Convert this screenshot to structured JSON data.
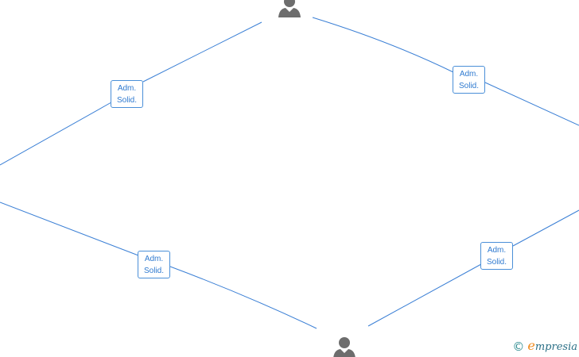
{
  "diagram": {
    "edge_label": {
      "line1": "Adm.",
      "line2": "Solid."
    },
    "line_color": "#3a7fd5",
    "person_icon_color": "#6d6d6d"
  },
  "watermark": {
    "symbol": "©",
    "brand_initial": "e",
    "brand_rest": "mpresia",
    "initial_color": "#f08a1c",
    "brand_color": "#2a6f86"
  }
}
